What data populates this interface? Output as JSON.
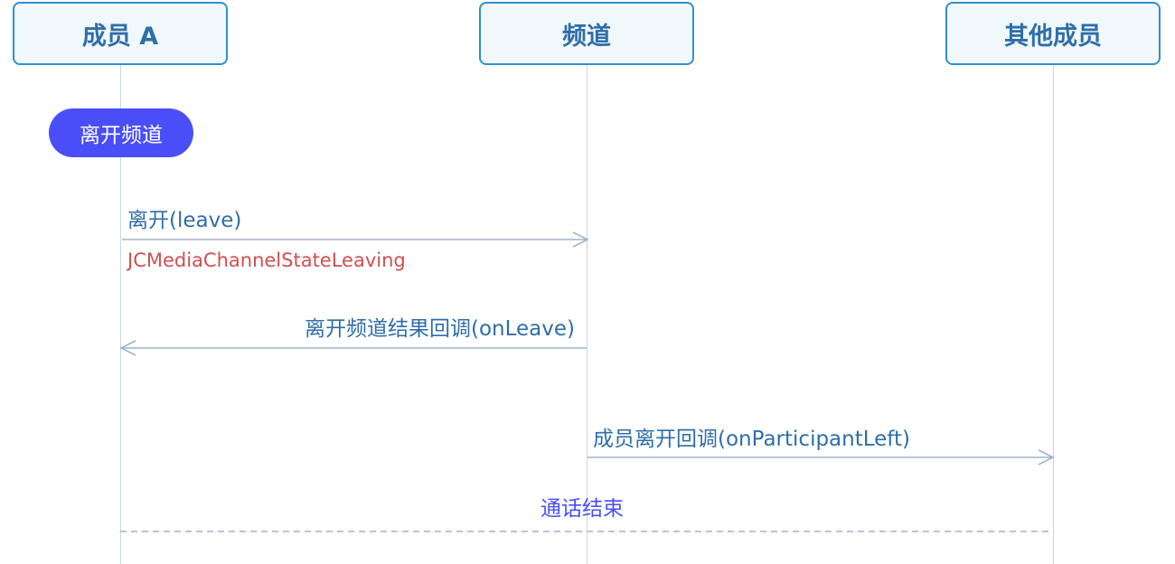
{
  "participants": {
    "member_a": "成员 A",
    "channel": "频道",
    "others": "其他成员"
  },
  "action": {
    "leave_channel": "离开频道"
  },
  "messages": {
    "leave_call": "离开(leave)",
    "leaving_state": "JCMediaChannelStateLeaving",
    "leave_result": "离开频道结果回调(onLeave)",
    "participant_left": "成员离开回调(onParticipantLeft)",
    "call_end": "通话结束"
  },
  "colors": {
    "participant_border": "#2f8fcf",
    "participant_text": "#2f6ea8",
    "pill_bg": "#4a4ef7",
    "state_text": "#cf5050",
    "arrow": "#9fb3c8"
  }
}
